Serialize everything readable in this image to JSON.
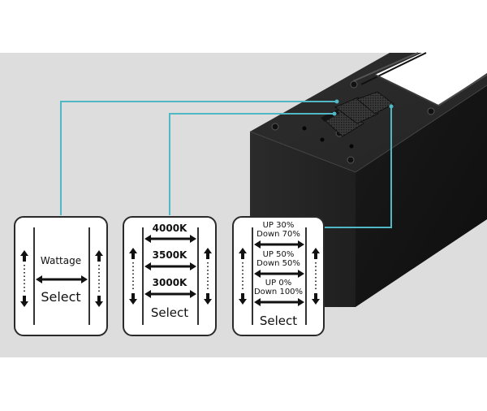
{
  "diagram": {
    "title": "Linear light switch settings",
    "colors": {
      "background_band": "#dddddd",
      "connector_line": "#4fb8c4",
      "fixture_body": "#1c1c1c",
      "panel_border": "#2a2a2a"
    },
    "panels": [
      {
        "id": "wattage",
        "title": "Wattage",
        "options": [],
        "footer": "Select"
      },
      {
        "id": "cct",
        "title": "",
        "options": [
          "4000K",
          "3500K",
          "3000K"
        ],
        "footer": "Select"
      },
      {
        "id": "distribution",
        "title": "",
        "options": [
          {
            "line1": "UP 30%",
            "line2": "Down 70%"
          },
          {
            "line1": "UP 50%",
            "line2": "Down 50%"
          },
          {
            "line1": "UP 0%",
            "line2": "Down 100%"
          }
        ],
        "footer": "Select"
      }
    ],
    "icons": [
      "up-arrow-icon",
      "down-arrow-icon",
      "double-headed-arrow-icon",
      "dip-switch-icon"
    ]
  }
}
